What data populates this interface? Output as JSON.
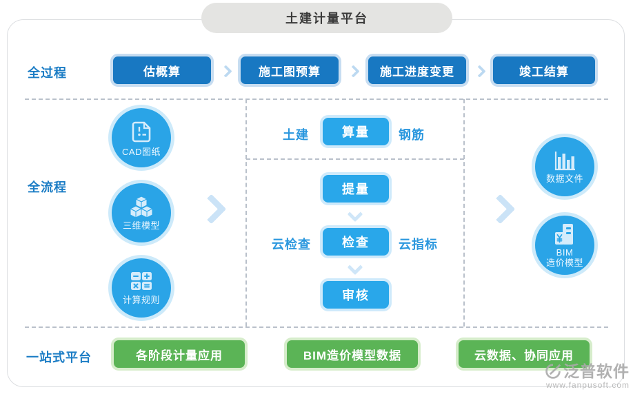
{
  "title": "土建计量平台",
  "rows": {
    "process": {
      "label": "全过程",
      "steps": [
        {
          "label": "估概算"
        },
        {
          "label": "施工图预算"
        },
        {
          "label": "施工进度变更"
        },
        {
          "label": "竣工结算"
        }
      ]
    },
    "flow": {
      "label": "全流程",
      "inputs": [
        {
          "label": "CAD图纸",
          "icon": "cad-file-icon"
        },
        {
          "label": "三维模型",
          "icon": "cube-3d-icon"
        },
        {
          "label": "计算规则",
          "icon": "calculator-icon"
        }
      ],
      "center": {
        "domain_left": "土建",
        "core_button": "算量",
        "domain_right": "钢筋",
        "steps": [
          {
            "label": "提量"
          },
          {
            "label": "检查"
          },
          {
            "label": "审核"
          }
        ],
        "check_left": "云检查",
        "check_right": "云指标"
      },
      "outputs": [
        {
          "lines": [
            "数据文件"
          ],
          "icon": "bar-chart-icon"
        },
        {
          "lines": [
            "BIM",
            "造价模型"
          ],
          "icon": "bim-cost-model-icon"
        }
      ]
    },
    "platform": {
      "label": "一站式平台",
      "buttons": [
        {
          "label": "各阶段计量应用"
        },
        {
          "label": "BIM造价模型数据"
        },
        {
          "label": "云数据、协同应用"
        }
      ]
    }
  },
  "watermark": {
    "brand": "泛普软件",
    "url": "www.fanpusoft.com"
  },
  "colors": {
    "process_button_blue": "#1878c2",
    "flow_button_blue": "#29a7ea",
    "circle_blue": "#2aa4e7",
    "platform_green": "#5bb456",
    "label_blue": "#1c7dc5",
    "dashed_gray": "#b9c0ca",
    "title_pill_gray": "#e4e4e2"
  }
}
